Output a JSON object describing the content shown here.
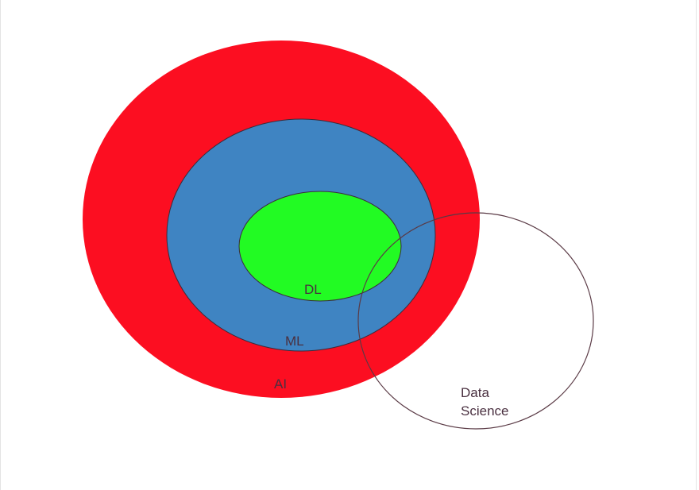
{
  "diagram": {
    "type": "venn",
    "sets": [
      {
        "id": "ai",
        "label": "AI",
        "fill": "#fc0e21"
      },
      {
        "id": "ml",
        "label": "ML",
        "fill": "#3f84c2"
      },
      {
        "id": "dl",
        "label": "DL",
        "fill": "#22fb23"
      },
      {
        "id": "ds",
        "label_lines": [
          "Data",
          "Science"
        ],
        "fill": "none"
      }
    ],
    "relations": [
      {
        "inner": "ml",
        "outer": "ai",
        "kind": "subset"
      },
      {
        "inner": "dl",
        "outer": "ml",
        "kind": "subset"
      },
      {
        "a": "ds",
        "b": "ai",
        "kind": "overlap"
      }
    ],
    "colors": {
      "background": "#ffffff",
      "outline": "#3d2b3a",
      "ds_outline": "#5a3a45",
      "label_text": "#4a3040"
    }
  }
}
